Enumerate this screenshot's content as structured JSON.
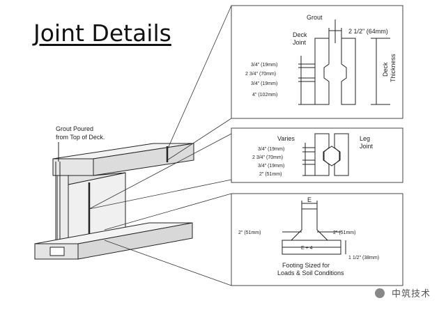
{
  "title": "Joint Details",
  "overview": {
    "grout_note_line1": "Grout Poured",
    "grout_note_line2": "from Top of Deck."
  },
  "deck_detail": {
    "grout_label": "Grout",
    "gap": "2 1/2\" (64mm)",
    "joint_label_line1": "Deck",
    "joint_label_line2": "Joint",
    "thickness_label_line1": "Deck",
    "thickness_label_line2": "Thickness",
    "dims": [
      "3/4\" (19mm)",
      "2 3/4\" (70mm)",
      "3/4\" (19mm)",
      "4\" (102mm)"
    ]
  },
  "leg_detail": {
    "varies": "Varies",
    "joint_label_line1": "Leg",
    "joint_label_line2": "Joint",
    "dims": [
      "3/4\" (19mm)",
      "2 3/4\" (70mm)",
      "3/4\" (19mm)",
      "2\" (51mm)"
    ]
  },
  "footing_detail": {
    "e_label": "E",
    "left_dim": "2\" (51mm)",
    "right_dim": "2\" (51mm)",
    "e_plus": "E + 4",
    "depth": "1 1/2\" (38mm)",
    "note_line1": "Footing Sized for",
    "note_line2": "Loads & Soil Conditions"
  },
  "watermark": "中筑技术"
}
